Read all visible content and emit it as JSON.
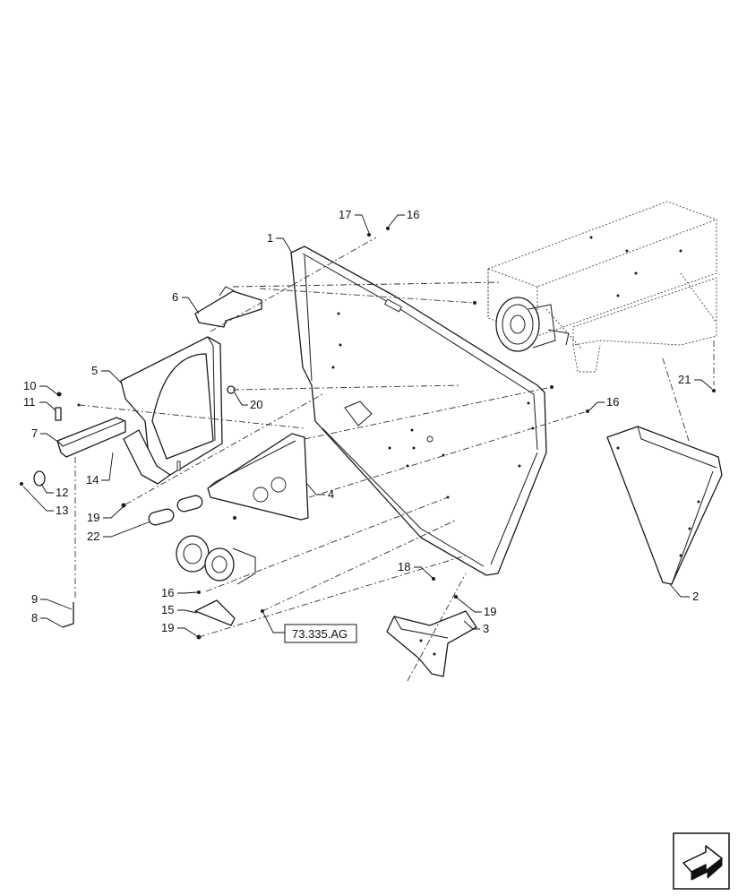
{
  "callouts": [
    "1",
    "2",
    "3",
    "4",
    "5",
    "6",
    "7",
    "8",
    "9",
    "10",
    "11",
    "12",
    "13",
    "14",
    "15",
    "16",
    "16",
    "16",
    "17",
    "18",
    "19",
    "19",
    "19",
    "20",
    "21",
    "22"
  ],
  "reference_label": "73.335.AG",
  "nav_icon": "next-page-arrow-icon"
}
